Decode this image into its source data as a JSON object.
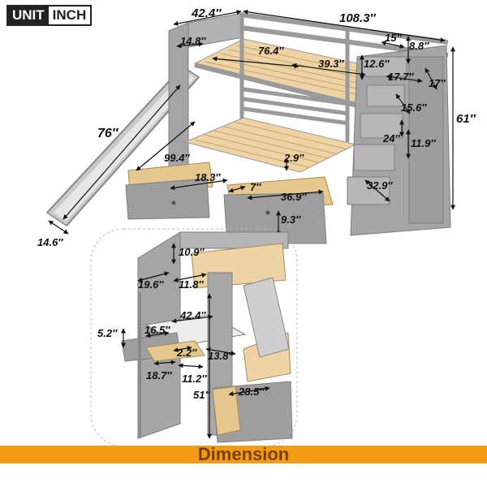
{
  "badge": {
    "unit": "UNIT",
    "inch": "INCH"
  },
  "footer": {
    "label": "Dimension"
  },
  "colors": {
    "wood": "#a9a9a9",
    "wood_dark": "#8d8d8d",
    "slat": "#e8c996",
    "accent": "#f39c12",
    "text": "#7a3f00"
  },
  "dims": {
    "d1": "42.4″",
    "d2": "108.3″",
    "d3": "14.8″",
    "d4": "76.4″",
    "d5": "39.3″",
    "d6": "15″",
    "d7": "8.8″",
    "d8": "12.6″",
    "d9": "17.7″",
    "d10": "17″",
    "d11": "76″",
    "d12": "15.6″",
    "d13": "61″",
    "d14": "24″",
    "d15": "11.9″",
    "d16": "99.4″",
    "d17": "2.9″",
    "d18": "18.3″",
    "d19": "7″",
    "d20": "36.9″",
    "d21": "32.9″",
    "d22": "9.3″",
    "d23": "14.6″",
    "d24": "10.9″",
    "d25": "19.6″",
    "d26": "11.8″",
    "d27": "42.4″",
    "d28": "5.2″",
    "d29": "16.5″",
    "d30": "2.2″",
    "d31": "13.8″",
    "d32": "18.7″",
    "d33": "11.2″",
    "d34": "51″",
    "d35": "28.5″"
  }
}
